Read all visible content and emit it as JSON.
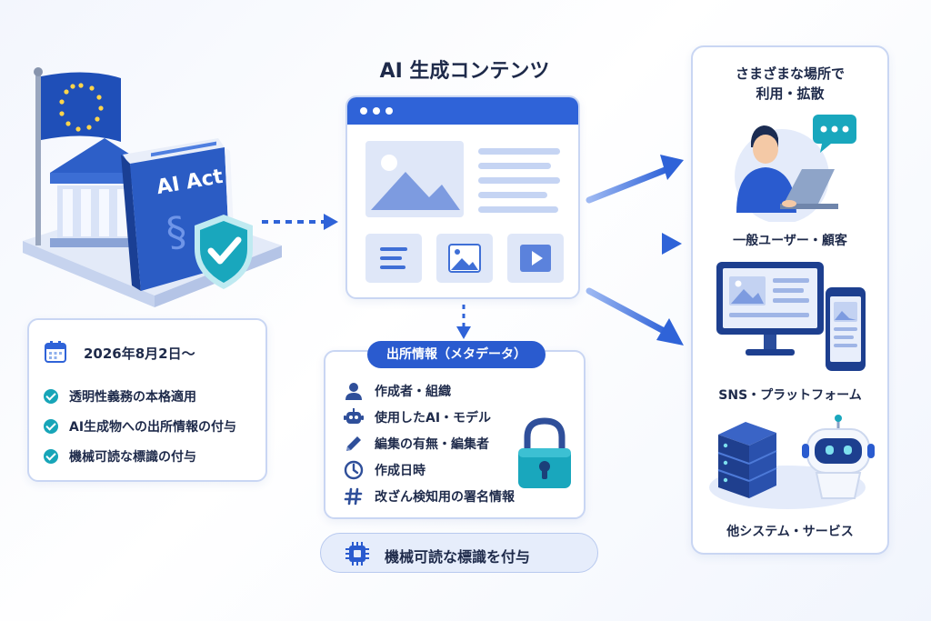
{
  "title": "AI 生成コンテンツ",
  "book_title": "AI Act",
  "book_symbol": "§",
  "timeline": {
    "date": "2026年8月2日〜",
    "items": [
      "透明性義務の本格適用",
      "AI生成物への出所情報の付与",
      "機械可読な標識の付与"
    ]
  },
  "metadata": {
    "header": "出所情報（メタデータ）",
    "items": [
      {
        "label": "作成者・組織",
        "icon": "person-icon"
      },
      {
        "label": "使用したAI・モデル",
        "icon": "robot-icon"
      },
      {
        "label": "編集の有無・編集者",
        "icon": "pencil-icon"
      },
      {
        "label": "作成日時",
        "icon": "clock-icon"
      },
      {
        "label": "改ざん検知用の署名情報",
        "icon": "hash-icon"
      }
    ]
  },
  "machine_label": "機械可読な標識を付与",
  "right_panel": {
    "header_line1": "さまざまな場所で",
    "header_line2": "利用・拡散",
    "destinations": [
      "一般ユーザー・顧客",
      "SNS・プラットフォーム",
      "他システム・サービス"
    ]
  },
  "colors": {
    "primary": "#2f63d8",
    "navy": "#1f4aa8",
    "teal": "#17a5b8",
    "border": "#c9d6f3"
  }
}
